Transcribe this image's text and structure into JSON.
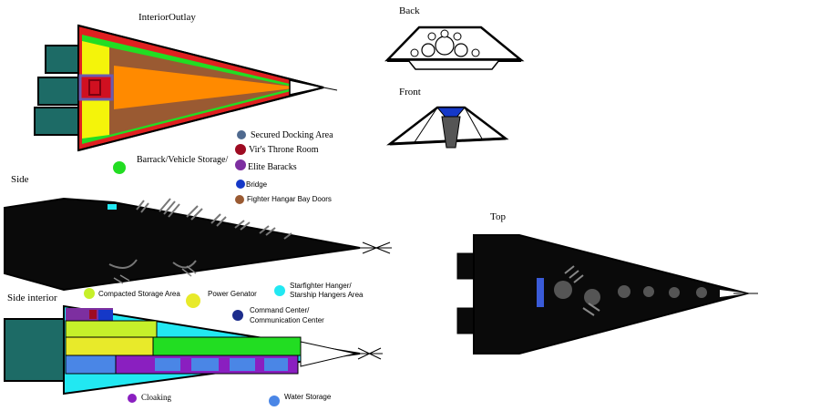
{
  "sections": {
    "interior_outlay": "InteriorOutlay",
    "back": "Back",
    "front": "Front",
    "side": "Side",
    "top": "Top",
    "side_interior": "Side interior"
  },
  "legend": [
    {
      "label": "Secured Docking Area",
      "color": "#4f6a8f"
    },
    {
      "label": "Vir's Throne Room",
      "color": "#9e0b22"
    },
    {
      "label": "Elite Baracks",
      "color": "#7d2fa0"
    },
    {
      "label": "Bridge",
      "color": "#1538c8"
    },
    {
      "label": "Fighter Hangar Bay Doors",
      "color": "#9a5a32"
    },
    {
      "label": "Barrack/Vehicle Storage/",
      "color": "#22dd22"
    },
    {
      "label": "Compacted Storage Area",
      "color": "#c6f02a"
    },
    {
      "label": "Power Genator",
      "color": "#e8ea2a"
    },
    {
      "label": "Starfighter Hanger/",
      "label2": "Starship Hangers Area",
      "color": "#22e8f2"
    },
    {
      "label": "Command Center/",
      "label2": "Communication Center",
      "color": "#1d2d8c"
    },
    {
      "label": "Cloaking",
      "color": "#8a1fc0"
    },
    {
      "label": "Water Storage",
      "color": "#4a86e6"
    }
  ]
}
